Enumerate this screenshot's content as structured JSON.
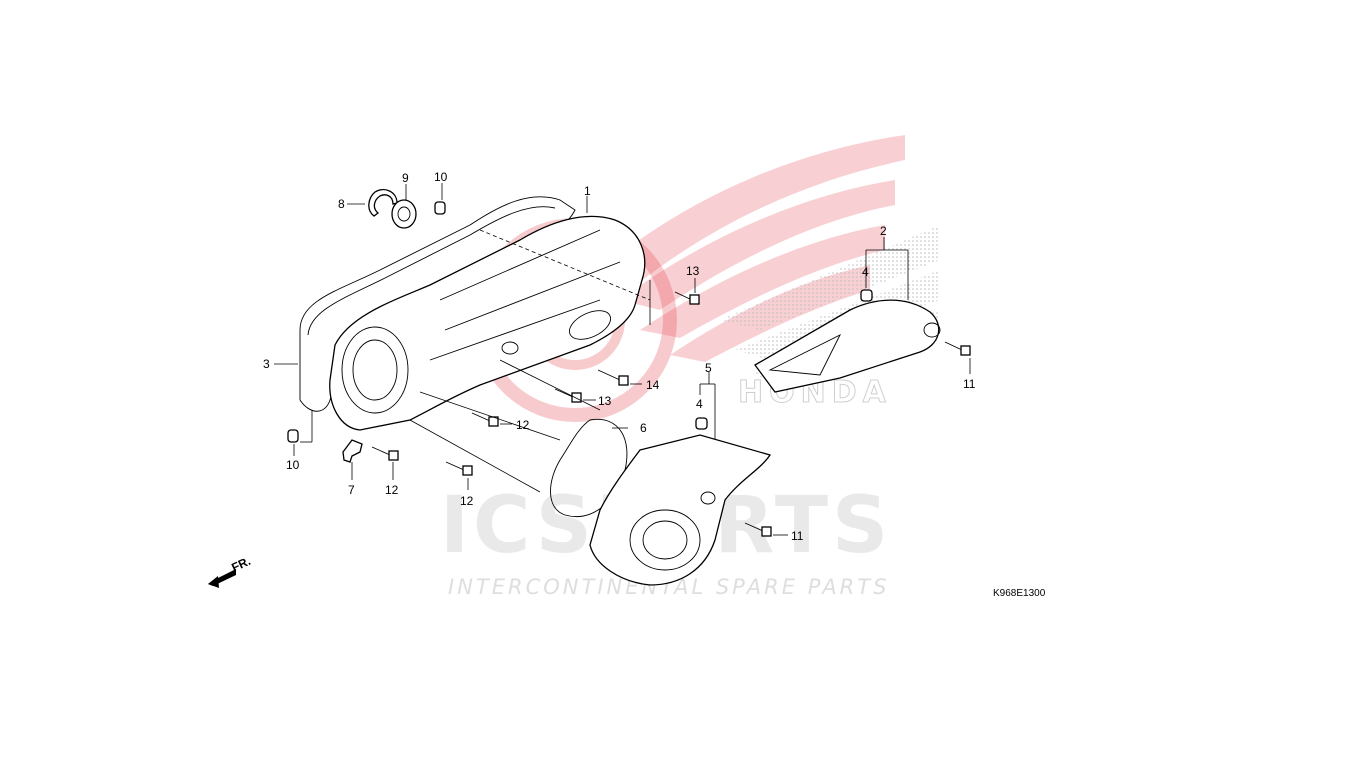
{
  "diagram": {
    "callouts": [
      {
        "id": "c1",
        "label": "1"
      },
      {
        "id": "c2",
        "label": "2"
      },
      {
        "id": "c3",
        "label": "3"
      },
      {
        "id": "c4a",
        "label": "4"
      },
      {
        "id": "c4b",
        "label": "4"
      },
      {
        "id": "c5",
        "label": "5"
      },
      {
        "id": "c6",
        "label": "6"
      },
      {
        "id": "c7",
        "label": "7"
      },
      {
        "id": "c8",
        "label": "8"
      },
      {
        "id": "c9",
        "label": "9"
      },
      {
        "id": "c10a",
        "label": "10"
      },
      {
        "id": "c10b",
        "label": "10"
      },
      {
        "id": "c11a",
        "label": "11"
      },
      {
        "id": "c11b",
        "label": "11"
      },
      {
        "id": "c12a",
        "label": "12"
      },
      {
        "id": "c12b",
        "label": "12"
      },
      {
        "id": "c12c",
        "label": "12"
      },
      {
        "id": "c13a",
        "label": "13"
      },
      {
        "id": "c13b",
        "label": "13"
      },
      {
        "id": "c14",
        "label": "14"
      }
    ],
    "front_label": "FR.",
    "diagram_code": "K968E1300"
  },
  "watermark": {
    "brand": "HONDA",
    "logo_text": "ICSPARTS",
    "tagline": "INTERCONTINENTAL SPARE PARTS",
    "accent_color": "#e0303a"
  }
}
